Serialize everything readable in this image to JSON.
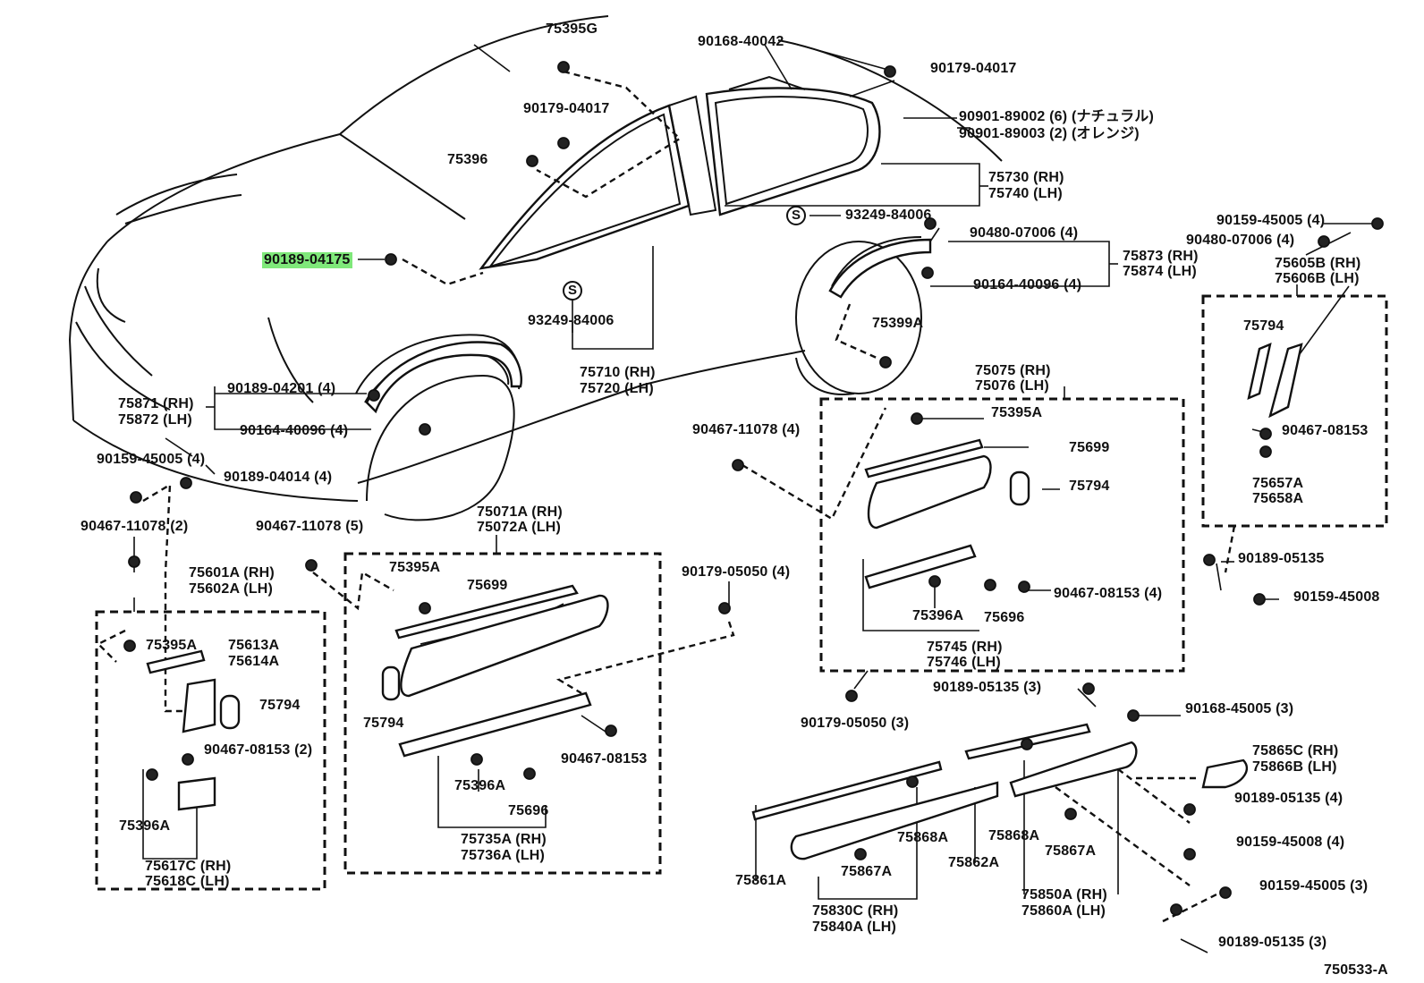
{
  "diagram": {
    "title_code": "750533-A",
    "highlight_color": "#7fe87a",
    "labels": {
      "p75395G": "75395G",
      "p90168_40042": "90168-40042",
      "p90179_04017a": "90179-04017",
      "p90179_04017b": "90179-04017",
      "p90901_89002": "90901-89002 (6) (ナチュラル)",
      "p90901_89003": "90901-89003 (2) (オレンジ)",
      "p75396": "75396",
      "p75730": "75730 (RH)",
      "p75740": "75740 (LH)",
      "p93249_84006a": "93249-84006",
      "p90189_04175": "90189-04175",
      "p93249_84006b": "93249-84006",
      "p90480_07006a": "90480-07006 (4)",
      "p75873": "75873 (RH)",
      "p75874": "75874 (LH)",
      "p90164_40096a": "90164-40096 (4)",
      "p90159_45005a": "90159-45005 (4)",
      "p90480_07006b": "90480-07006 (4)",
      "p75605B": "75605B (RH)",
      "p75606B": "75606B (LH)",
      "p75399A": "75399A",
      "p75710": "75710 (RH)",
      "p75720": "75720 (LH)",
      "p75075": "75075 (RH)",
      "p75076": "75076 (LH)",
      "p75794a": "75794",
      "p90189_04201": "90189-04201 (4)",
      "p75871": "75871 (RH)",
      "p75872": "75872 (LH)",
      "p90164_40096b": "90164-40096 (4)",
      "p75395Aa": "75395A",
      "p90467_11078a": "90467-11078 (4)",
      "p75699a": "75699",
      "p90467_08153a": "90467-08153",
      "p75794b": "75794",
      "p75657A": "75657A",
      "p75658A": "75658A",
      "p90159_45005b": "90159-45005 (4)",
      "p90189_04014": "90189-04014 (4)",
      "p75071A": "75071A (RH)",
      "p75072A": "75072A (LH)",
      "p90467_11078b": "90467-11078 (2)",
      "p90467_11078c": "90467-11078 (5)",
      "p90179_05050a": "90179-05050 (4)",
      "p90189_05135a": "90189-05135",
      "p75601A": "75601A (RH)",
      "p75602A": "75602A (LH)",
      "p75395Ab": "75395A",
      "p75699b": "75699",
      "p90467_08153b": "90467-08153 (4)",
      "p90159_45008a": "90159-45008",
      "p75396Aa": "75396A",
      "p75696a": "75696",
      "p75395Ac": "75395A",
      "p75613A": "75613A",
      "p75614A": "75614A",
      "p75745": "75745 (RH)",
      "p75746": "75746 (LH)",
      "p90189_05135b": "90189-05135 (3)",
      "p75794c": "75794",
      "p75794d": "75794",
      "p90179_05050b": "90179-05050 (3)",
      "p90168_45005": "90168-45005 (3)",
      "p90467_08153c": "90467-08153 (2)",
      "p90467_08153d": "90467-08153",
      "p75865C": "75865C (RH)",
      "p75866B": "75866B (LH)",
      "p75396Ab": "75396A",
      "p75696b": "75696",
      "p90189_05135c": "90189-05135 (4)",
      "p75868Aa": "75868A",
      "p75868Ab": "75868A",
      "p75867Aa": "75867A",
      "p90159_45008b": "90159-45008 (4)",
      "p75396Ac": "75396A",
      "p75735A": "75735A (RH)",
      "p75736A": "75736A (LH)",
      "p75617C": "75617C (RH)",
      "p75618C": "75618C (LH)",
      "p75862A": "75862A",
      "p75861A": "75861A",
      "p75867Ab": "75867A",
      "p90159_45005c": "90159-45005 (3)",
      "p75850A": "75850A (RH)",
      "p75860A": "75860A (LH)",
      "p75830C": "75830C (RH)",
      "p75840A": "75840A (LH)",
      "p90189_05135d": "90189-05135 (3)",
      "sym_s": "S"
    }
  }
}
